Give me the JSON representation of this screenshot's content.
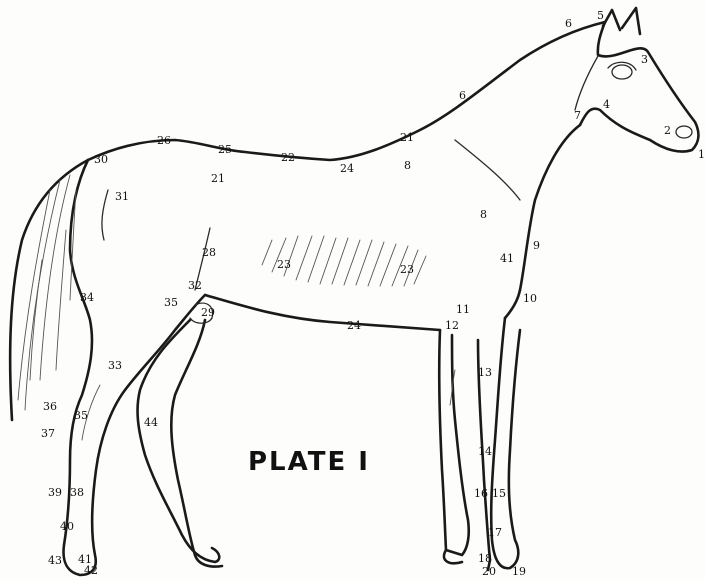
{
  "plate_title": "PLATE I",
  "labels": [
    {
      "id": "l1",
      "text": "1"
    },
    {
      "id": "l2",
      "text": "2"
    },
    {
      "id": "l3",
      "text": "3"
    },
    {
      "id": "l4",
      "text": "4"
    },
    {
      "id": "l5",
      "text": "5"
    },
    {
      "id": "l6a",
      "text": "6"
    },
    {
      "id": "l6b",
      "text": "6"
    },
    {
      "id": "l7",
      "text": "7"
    },
    {
      "id": "l8a",
      "text": "8"
    },
    {
      "id": "l8b",
      "text": "8"
    },
    {
      "id": "l9",
      "text": "9"
    },
    {
      "id": "l10",
      "text": "10"
    },
    {
      "id": "l11",
      "text": "11"
    },
    {
      "id": "l12",
      "text": "12"
    },
    {
      "id": "l13",
      "text": "13"
    },
    {
      "id": "l14",
      "text": "14"
    },
    {
      "id": "l15",
      "text": "15"
    },
    {
      "id": "l16",
      "text": "16"
    },
    {
      "id": "l17",
      "text": "17"
    },
    {
      "id": "l18",
      "text": "18"
    },
    {
      "id": "l19",
      "text": "19"
    },
    {
      "id": "l20",
      "text": "20"
    },
    {
      "id": "l21a",
      "text": "21"
    },
    {
      "id": "l21b",
      "text": "21"
    },
    {
      "id": "l22",
      "text": "22"
    },
    {
      "id": "l23a",
      "text": "23"
    },
    {
      "id": "l23b",
      "text": "23"
    },
    {
      "id": "l24a",
      "text": "24"
    },
    {
      "id": "l24b",
      "text": "24"
    },
    {
      "id": "l25",
      "text": "25"
    },
    {
      "id": "l26",
      "text": "26"
    },
    {
      "id": "l28",
      "text": "28"
    },
    {
      "id": "l29",
      "text": "29"
    },
    {
      "id": "l30",
      "text": "30"
    },
    {
      "id": "l31",
      "text": "31"
    },
    {
      "id": "l32",
      "text": "32"
    },
    {
      "id": "l33",
      "text": "33"
    },
    {
      "id": "l34",
      "text": "34"
    },
    {
      "id": "l35a",
      "text": "35"
    },
    {
      "id": "l35b",
      "text": "35"
    },
    {
      "id": "l36",
      "text": "36"
    },
    {
      "id": "l37",
      "text": "37"
    },
    {
      "id": "l38",
      "text": "38"
    },
    {
      "id": "l39",
      "text": "39"
    },
    {
      "id": "l40",
      "text": "40"
    },
    {
      "id": "l41a",
      "text": "41"
    },
    {
      "id": "l41b",
      "text": "41"
    },
    {
      "id": "l42",
      "text": "42"
    },
    {
      "id": "l43",
      "text": "43"
    },
    {
      "id": "l44",
      "text": "44"
    }
  ]
}
